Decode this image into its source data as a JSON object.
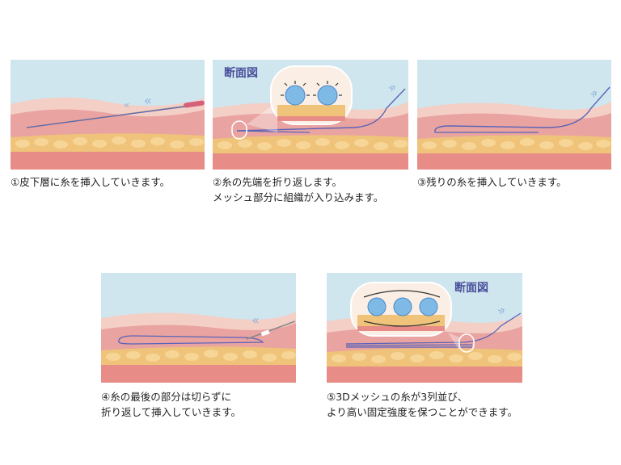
{
  "steps": [
    {
      "number": "①",
      "lines": [
        "①皮下層に糸を挿入していきます。"
      ]
    },
    {
      "number": "②",
      "lines": [
        "②糸の先端を折り返します。",
        "メッシュ部分に組織が入り込みます。"
      ],
      "inset_label": "断面図"
    },
    {
      "number": "③",
      "lines": [
        "③残りの糸を挿入していきます。"
      ]
    },
    {
      "number": "④",
      "lines": [
        "④糸の最後の部分は切らずに",
        "折り返して挿入していきます。"
      ]
    },
    {
      "number": "⑤",
      "lines": [
        "⑤3Dメッシュの糸が3列並び、",
        "より高い固定強度を保つことができます。"
      ],
      "inset_label": "断面図"
    }
  ],
  "colors": {
    "sky": "#cfe6ef",
    "skin_top": "#f2c4bb",
    "dermis": "#e9a3a0",
    "fat": "#efc37a",
    "fat_cell": "#f7d89a",
    "muscle": "#e78c86",
    "thread": "#5a64b8",
    "needle": "#d4607a",
    "arrow": "#8fb4d8",
    "label": "#4a4f9c"
  }
}
